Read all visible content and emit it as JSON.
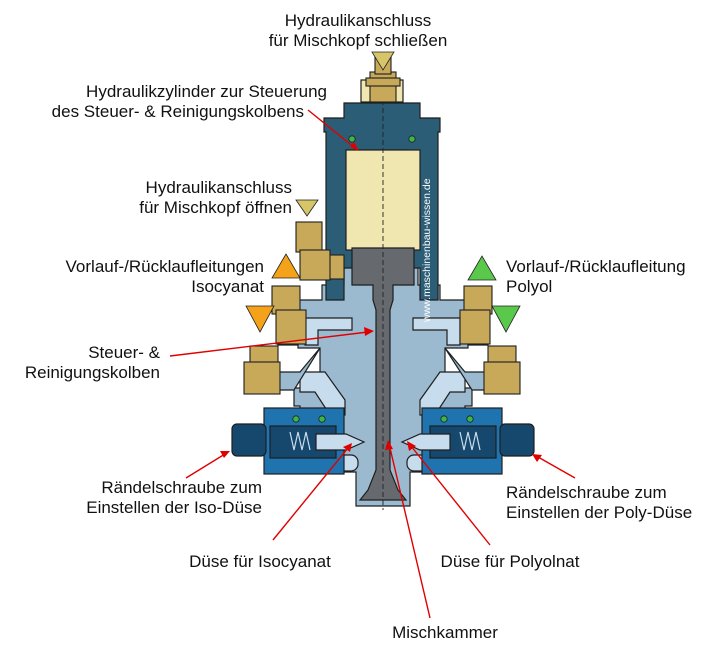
{
  "labels": {
    "hydraulic_close_line1": "Hydraulikanschluss",
    "hydraulic_close_line2": "für Mischkopf schließen",
    "cylinder_line1": "Hydraulikzylinder zur Steuerung",
    "cylinder_line2": "des Steuer- & Reinigungskolbens",
    "hydraulic_open_line1": "Hydraulikanschluss",
    "hydraulic_open_line2": "für Mischkopf öffnen",
    "iso_lines_line1": "Vorlauf-/Rücklaufleitungen",
    "iso_lines_line2": "Isocyanat",
    "polyol_lines_line1": "Vorlauf-/Rücklaufleitung",
    "polyol_lines_line2": "Polyol",
    "piston_line1": "Steuer- &",
    "piston_line2": "Reinigungskolben",
    "knurl_left_line1": "Rändelschraube zum",
    "knurl_left_line2": "Einstellen der Iso-Düse",
    "knurl_right_line1": "Rändelschraube zum",
    "knurl_right_line2": "Einstellen der Poly-Düse",
    "nozzle_iso": "Düse für Isocyanat",
    "nozzle_polyol": "Düse für Polyolnat",
    "mixing_chamber": "Mischkammer",
    "watermark": "www.maschinenbau-wissen.de"
  },
  "colors": {
    "body_steel": "#9bbad0",
    "body_light": "#c7dced",
    "cylinder_dark": "#2b5d77",
    "hydraulic_oil": "#f0e6b0",
    "piston_dark": "#666a6e",
    "brass": "#c8a95a",
    "nozzle_block": "#1f74b0",
    "nozzle_dark": "#16486e",
    "seal_green": "#3bb54a",
    "arrow_red": "#e00000",
    "flow_iso_orange": "#f5a21b",
    "flow_polyol_green": "#5ac84a",
    "hydraulic_triangle": "#d7c56a"
  },
  "icons": [
    "flow-arrow-down-icon",
    "flow-arrow-up-icon",
    "hydraulic-inlet-triangle-icon"
  ]
}
